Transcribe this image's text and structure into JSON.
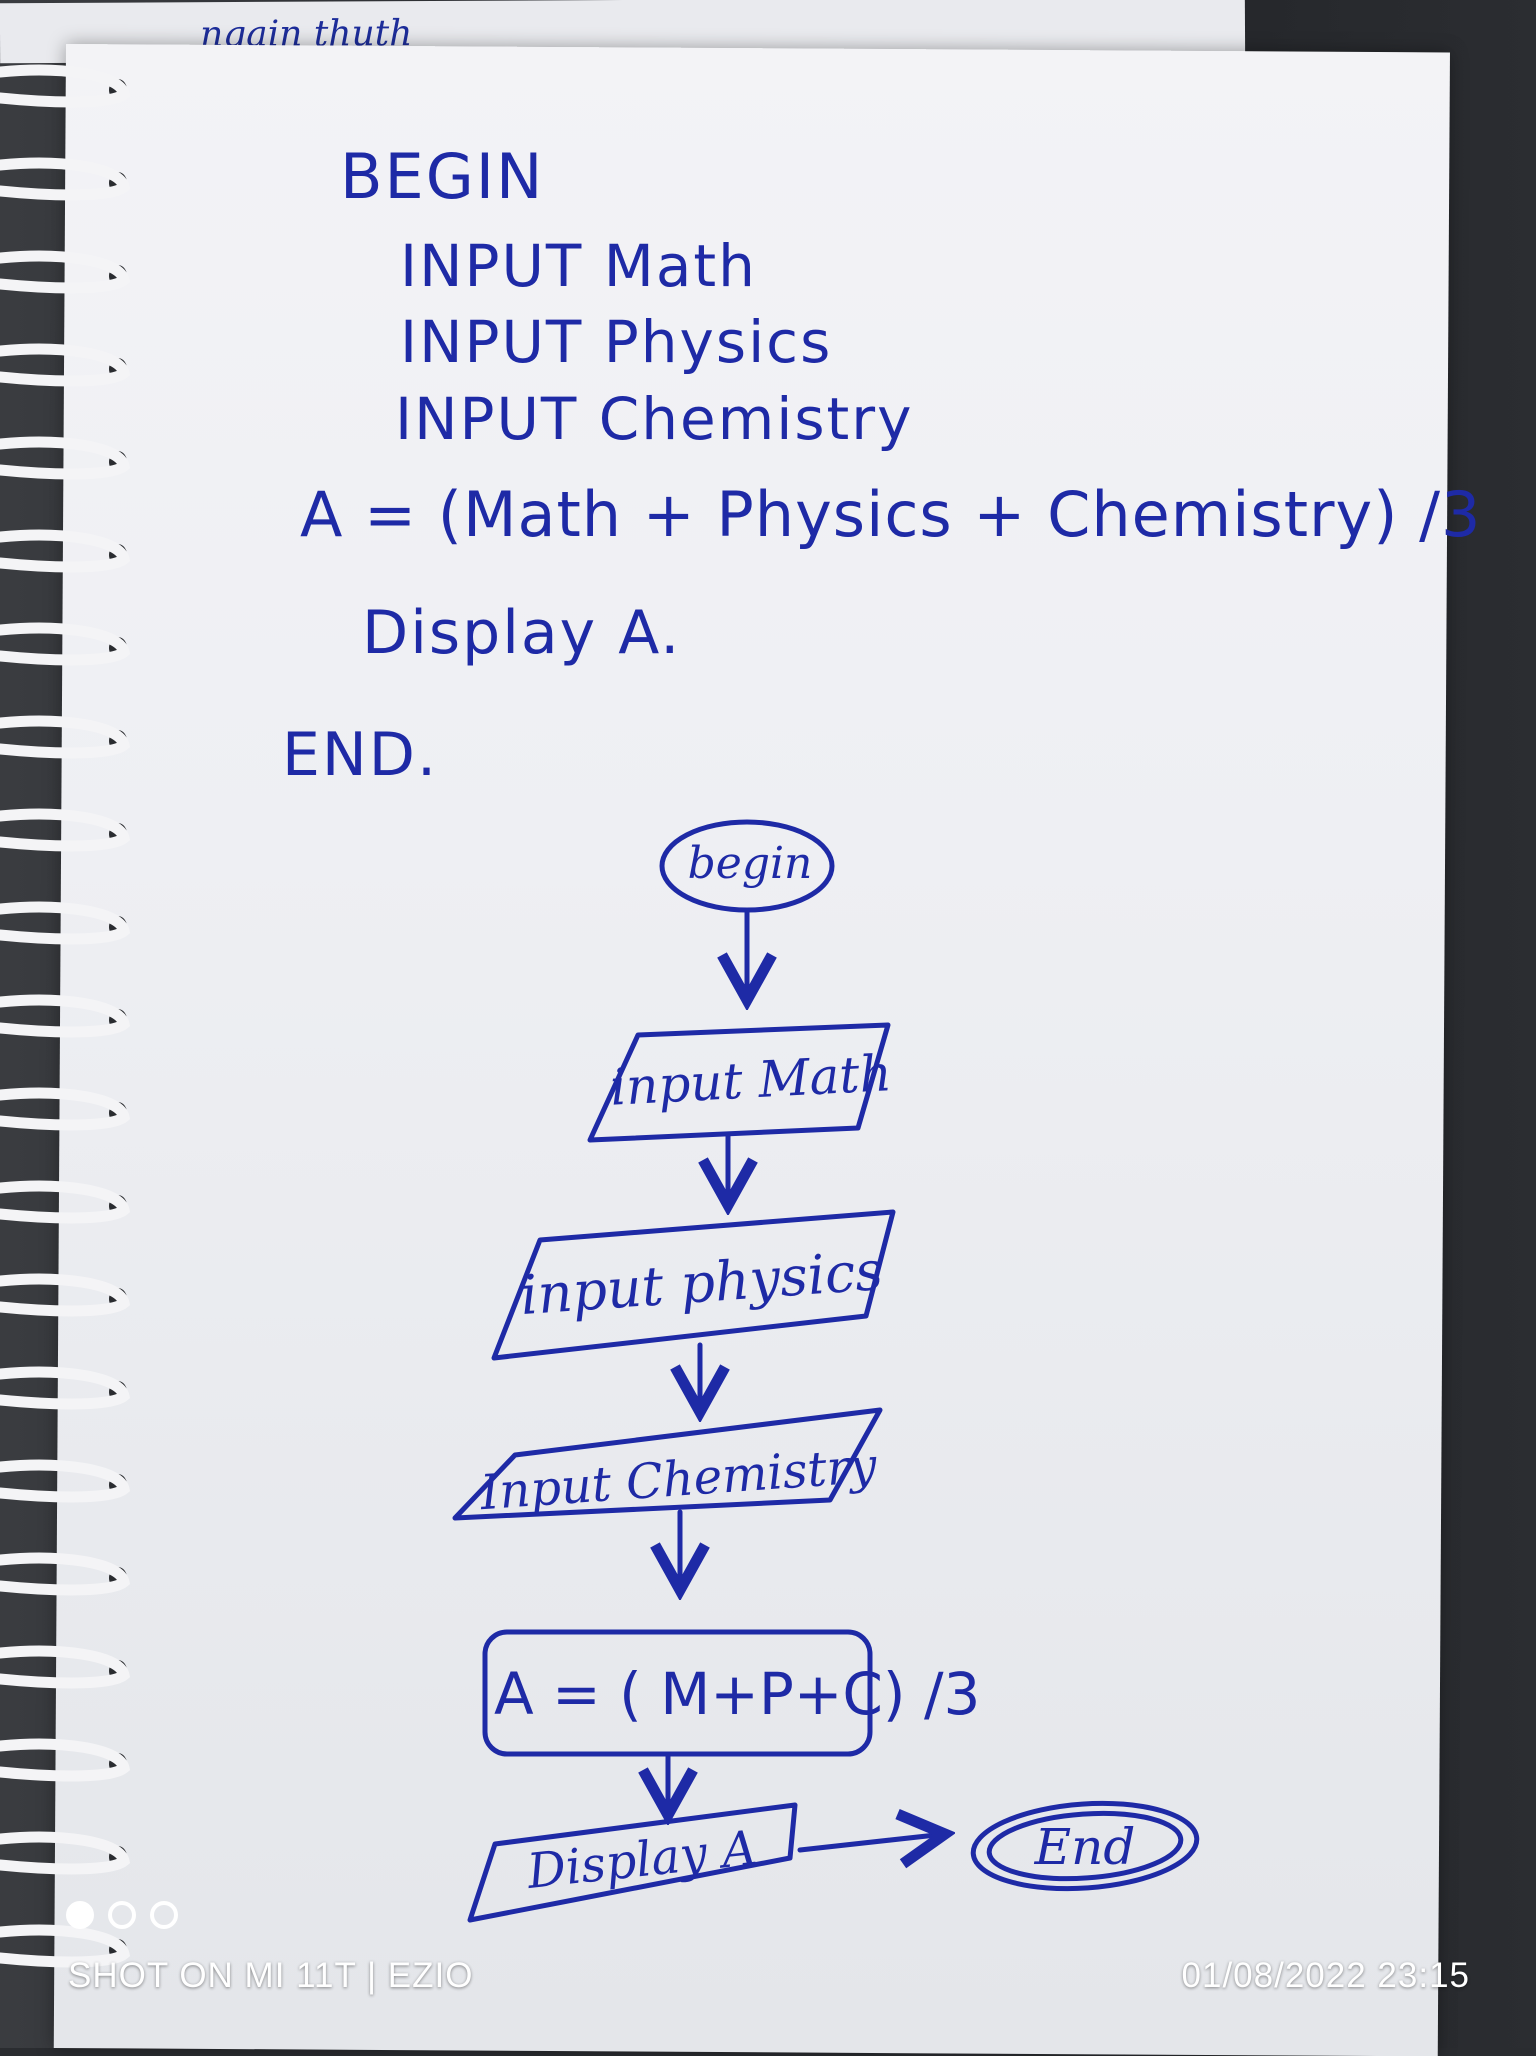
{
  "back_sheet": {
    "scribble": "ngain thuth"
  },
  "pseudocode": {
    "begin": "BEGIN",
    "line1": "INPUT  Math",
    "line2": "INPUT  Physics",
    "line3": "INPUT  Chemistry",
    "formula": "A =  (Math + Physics + Chemistry) /3",
    "display": "Display A.",
    "end": "END."
  },
  "flowchart": {
    "begin": "begin",
    "input_math": "input Math",
    "input_physics": "input physics",
    "input_chemistry": "Input Chemistry",
    "process": "A = ( M+P+C) /3",
    "display": "Display A",
    "end": "End"
  },
  "camera_watermark": {
    "brand_text": "SHOT ON MI 11T | EZIO",
    "datetime": "01/08/2022  23:15"
  },
  "colors": {
    "ink": "#1e2aa6",
    "paper": "#f0f1f4"
  }
}
